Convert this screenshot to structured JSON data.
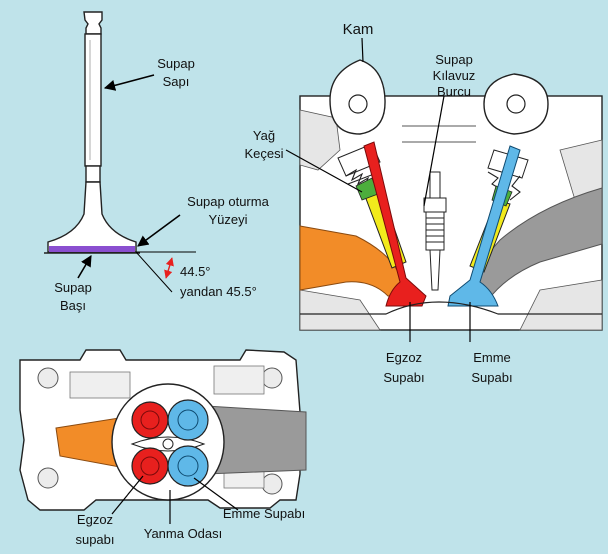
{
  "labels": {
    "supap_sapi_1": "Supap",
    "supap_sapi_2": "Sapı",
    "supap_oturma_1": "Supap oturma",
    "supap_oturma_2": "Yüzeyi",
    "angle_1": "44.5°",
    "angle_2": "yandan 45.5°",
    "supap_basi_1": "Supap",
    "supap_basi_2": "Başı",
    "kam": "Kam",
    "kilavuz_1": "Supap",
    "kilavuz_2": "Kılavuz",
    "kilavuz_3": "Burcu",
    "yag_1": "Yağ",
    "yag_2": "Keçesi",
    "egzoz_right_1": "Egzoz",
    "egzoz_right_2": "Supabı",
    "emme_right_1": "Emme",
    "emme_right_2": "Supabı",
    "egzoz_bottom_1": "Egzoz",
    "egzoz_bottom_2": "supabı",
    "yanma": "Yanma Odası",
    "emme_bottom": "Emme Supabı"
  },
  "colors": {
    "background": "#bfe3ea",
    "exhaust_valve": "#e8201e",
    "intake_valve": "#5fb8e8",
    "exhaust_port": "#f28c28",
    "intake_port": "#9a9a9a",
    "valve_guide": "#f2ea1c",
    "oil_seal": "#4cae3c",
    "valve_face": "#8a4fd0"
  }
}
